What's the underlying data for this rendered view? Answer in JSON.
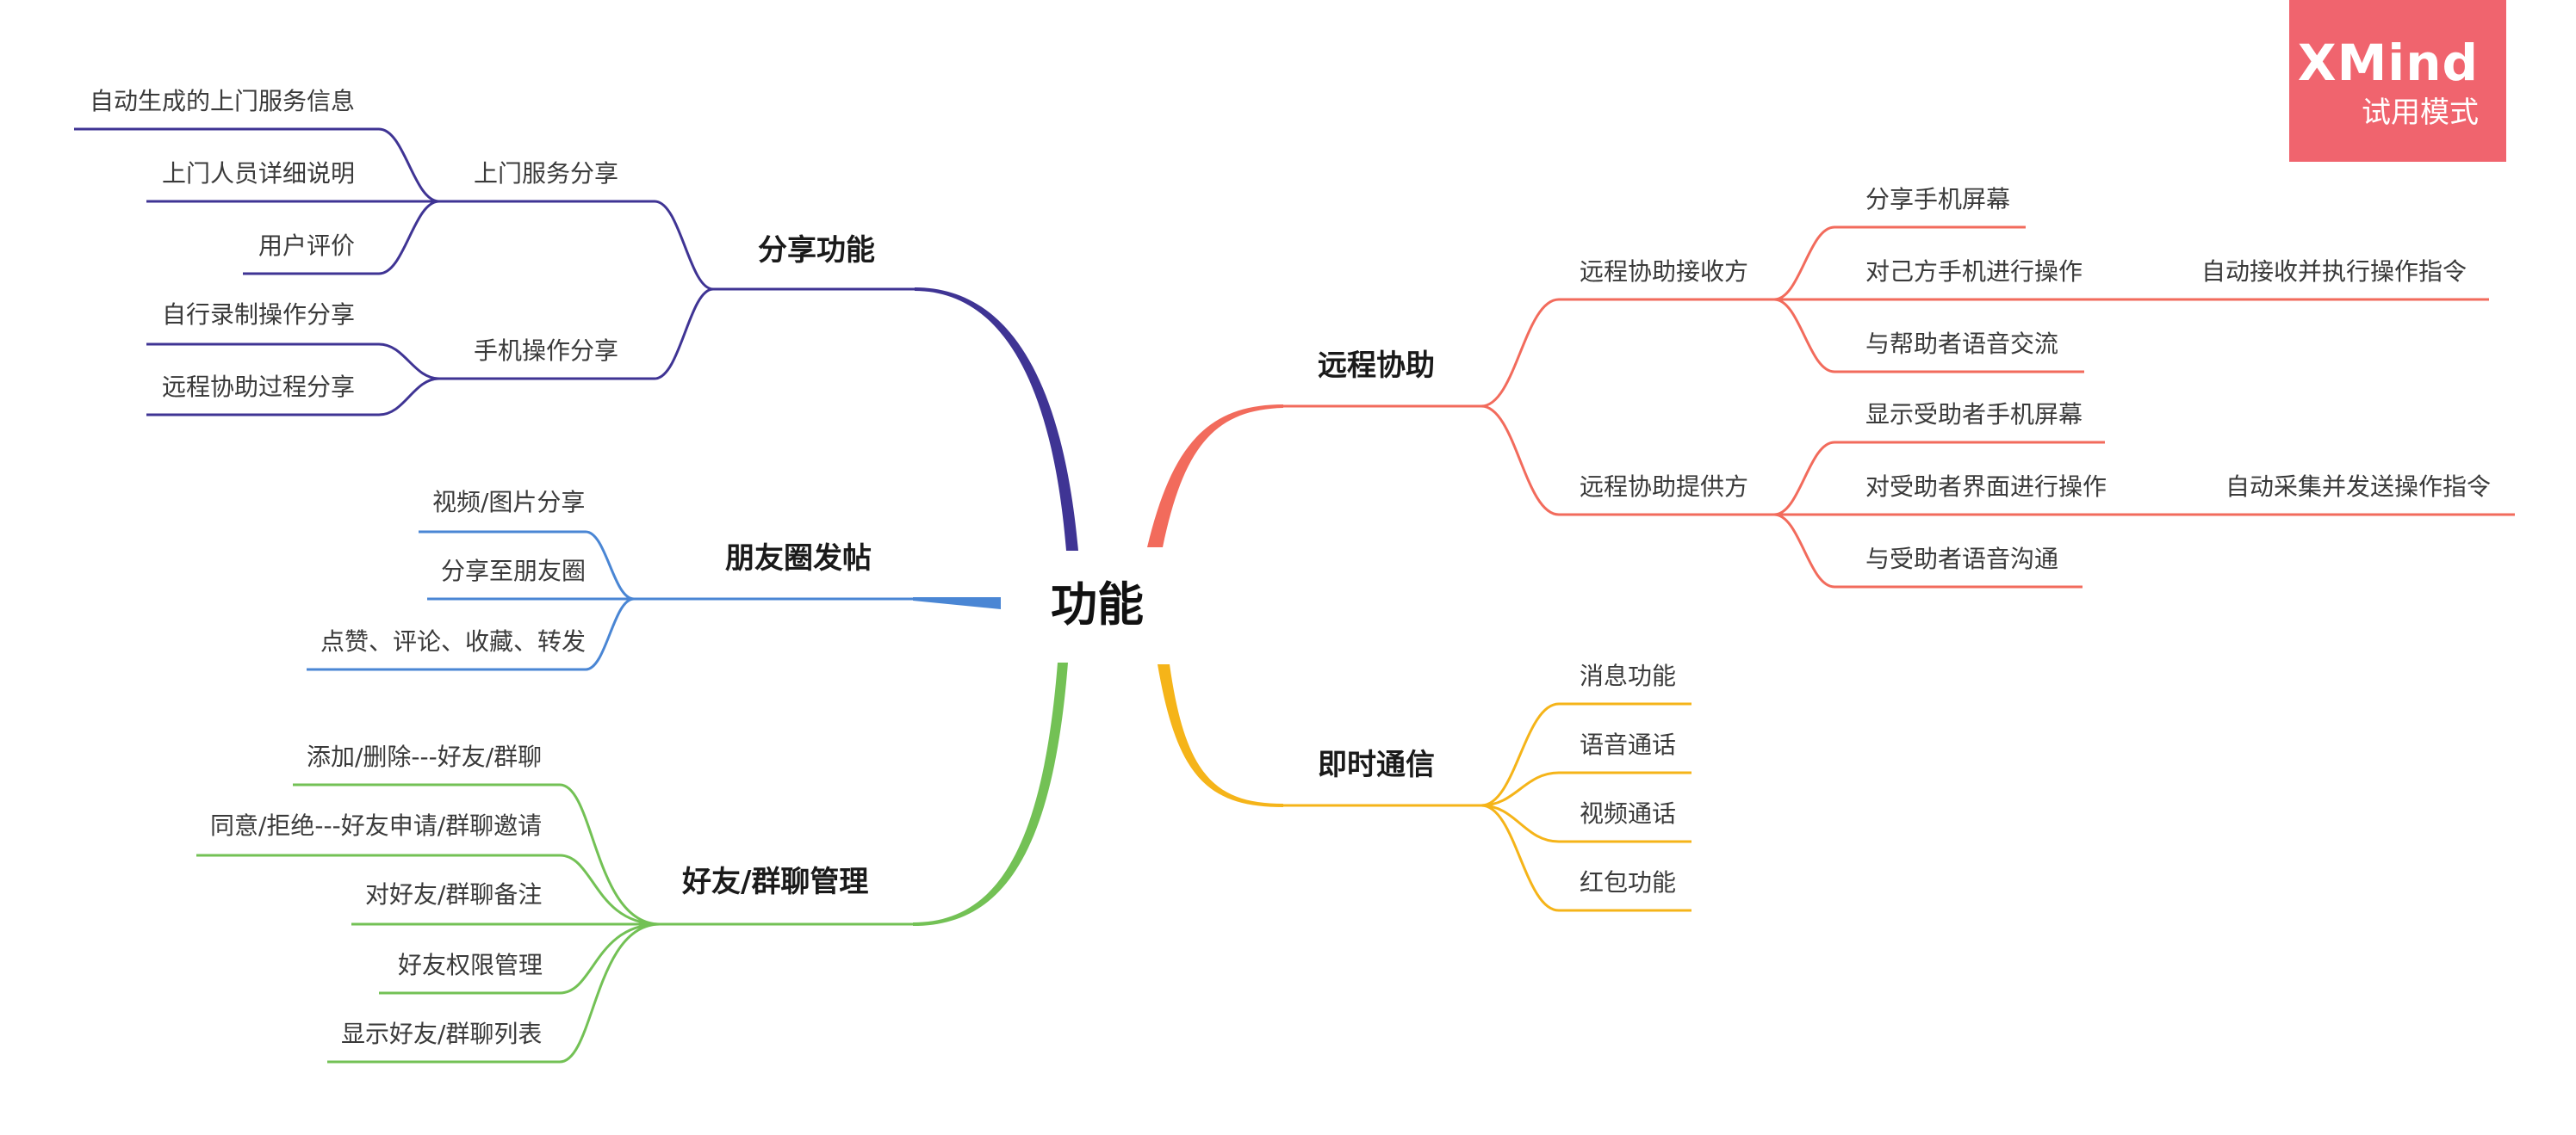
{
  "watermark": {
    "brand": "XMind",
    "mode": "试用模式",
    "color": "#f0646e"
  },
  "mindmap": {
    "root": "功能",
    "branches": {
      "share": {
        "label": "分享功能",
        "color": "#3f3494",
        "groups": [
          {
            "label": "上门服务分享",
            "items": [
              "自动生成的上门服务信息",
              "上门人员详细说明",
              "用户评价"
            ]
          },
          {
            "label": "手机操作分享",
            "items": [
              "自行录制操作分享",
              "远程协助过程分享"
            ]
          }
        ]
      },
      "moments": {
        "label": "朋友圈发帖",
        "color": "#4a86d4",
        "items": [
          "视频/图片分享",
          "分享至朋友圈",
          "点赞、评论、收藏、转发"
        ]
      },
      "friends": {
        "label": "好友/群聊管理",
        "color": "#73c155",
        "items": [
          "添加/删除---好友/群聊",
          "同意/拒绝---好友申请/群聊邀请",
          "对好友/群聊备注",
          "好友权限管理",
          "显示好友/群聊列表"
        ]
      },
      "remote": {
        "label": "远程协助",
        "color": "#f26b5c",
        "groups": [
          {
            "label": "远程协助接收方",
            "items": [
              "分享手机屏幕",
              "对己方手机进行操作",
              "与帮助者语音交流"
            ],
            "detail": "自动接收并执行操作指令"
          },
          {
            "label": "远程协助提供方",
            "items": [
              "显示受助者手机屏幕",
              "对受助者界面进行操作",
              "与受助者语音沟通"
            ],
            "detail": "自动采集并发送操作指令"
          }
        ]
      },
      "im": {
        "label": "即时通信",
        "color": "#f5b419",
        "items": [
          "消息功能",
          "语音通话",
          "视频通话",
          "红包功能"
        ]
      }
    }
  }
}
